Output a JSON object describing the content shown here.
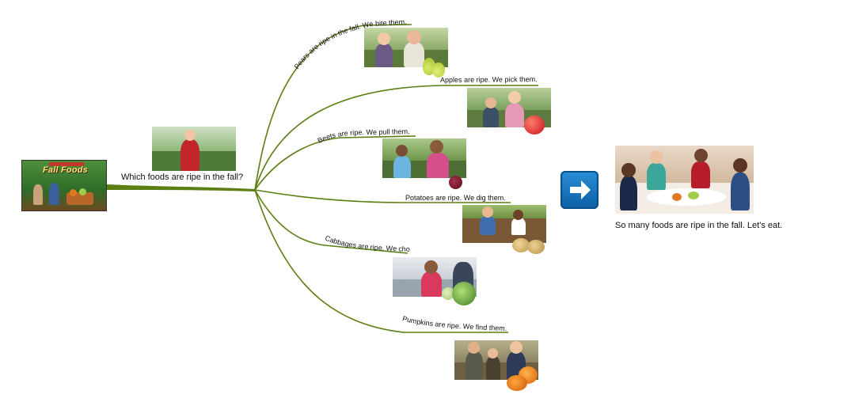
{
  "book": {
    "title": "Fall Foods"
  },
  "central_question": "Which foods are ripe in the fall?",
  "branches": [
    {
      "id": "pears",
      "label": "Pears are ripe in the fall. We bite them.",
      "fruit_icon": "pear-icon"
    },
    {
      "id": "apples",
      "label": "Apples are ripe. We pick them.",
      "fruit_icon": "apple-icon"
    },
    {
      "id": "beets",
      "label": "Beets are ripe. We pull them.",
      "fruit_icon": "beet-icon"
    },
    {
      "id": "potatoes",
      "label": "Potatoes are ripe. We dig them.",
      "fruit_icon": "potato-icon"
    },
    {
      "id": "cabbages",
      "label": "Cabbages are ripe. We chop them.",
      "fruit_icon": "cabbage-icon"
    },
    {
      "id": "pumpkins",
      "label": "Pumpkins are ripe. We find them.",
      "fruit_icon": "pumpkin-icon"
    }
  ],
  "next_button": {
    "icon": "arrow-right-icon"
  },
  "summary": "So many foods are ripe in the fall. Let's eat.",
  "colors": {
    "branch": "#5b7f12",
    "arrow_button": "#0b6fbf"
  }
}
